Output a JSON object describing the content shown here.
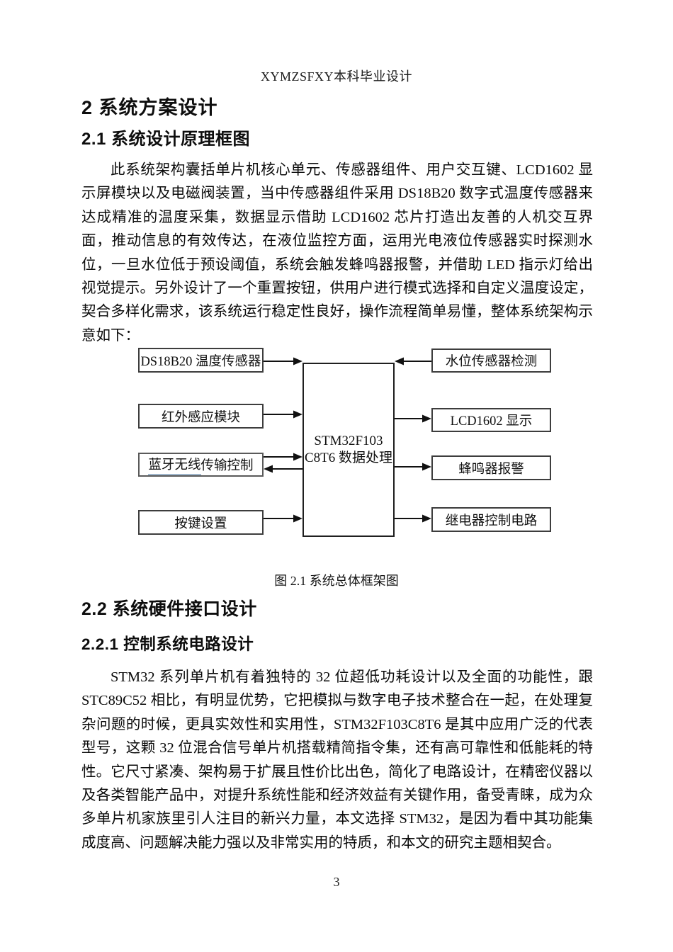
{
  "header": {
    "title": "XYMZSFXY本科毕业设计"
  },
  "chapter": {
    "title": "2 系统方案设计"
  },
  "section_2_1": {
    "title": "2.1 系统设计原理框图",
    "paragraph": "此系统架构囊括单片机核心单元、传感器组件、用户交互键、LCD1602 显示屏模块以及电磁阀装置，当中传感器组件采用 DS18B20 数字式温度传感器来达成精准的温度采集，数据显示借助 LCD1602 芯片打造出友善的人机交互界面，推动信息的有效传达，在液位监控方面，运用光电液位传感器实时探测水位，一旦水位低于预设阈值，系统会触发蜂鸣器报警，并借助 LED 指示灯给出视觉提示。另外设计了一个重置按钮，供用户进行模式选择和自定义温度设定，契合多样化需求，该系统运行稳定性良好，操作流程简单易懂，整体系统架构示意如下："
  },
  "figure": {
    "caption": "图 2.1 系统总体框架图",
    "center_box": {
      "line1": "STM32F103",
      "line2": "C8T6 数据处理"
    },
    "left_boxes": [
      {
        "label": "DS18B20 温度传感器"
      },
      {
        "label": "红外感应模块"
      },
      {
        "label_underlined": "蓝牙无线",
        "label_rest": "传输控制"
      },
      {
        "label": "按键设置"
      }
    ],
    "right_boxes": [
      {
        "label": "水位传感器检测"
      },
      {
        "label": "LCD1602 显示"
      },
      {
        "label": "蜂鸣器报警"
      },
      {
        "label": "继电器控制电路"
      }
    ],
    "arrow_color": "#111111"
  },
  "section_2_2": {
    "title": "2.2 系统硬件接口设计",
    "subsection_2_2_1": {
      "title": "2.2.1 控制系统电路设计",
      "paragraph": "STM32 系列单片机有着独特的 32 位超低功耗设计以及全面的功能性，跟 STC89C52 相比，有明显优势，它把模拟与数字电子技术整合在一起，在处理复杂问题的时候，更具实效性和实用性，STM32F103C8T6 是其中应用广泛的代表型号，这颗 32 位混合信号单片机搭载精简指令集，还有高可靠性和低能耗的特性。它尺寸紧凑、架构易于扩展且性价比出色，简化了电路设计，在精密仪器以及各类智能产品中，对提升系统性能和经济效益有关键作用，备受青睐，成为众多单片机家族里引人注目的新兴力量，本文选择 STM32，是因为看中其功能集成度高、问题解决能力强以及非常实用的特质，和本文的研究主题相契合。"
    }
  },
  "footer": {
    "page_number": "3"
  }
}
